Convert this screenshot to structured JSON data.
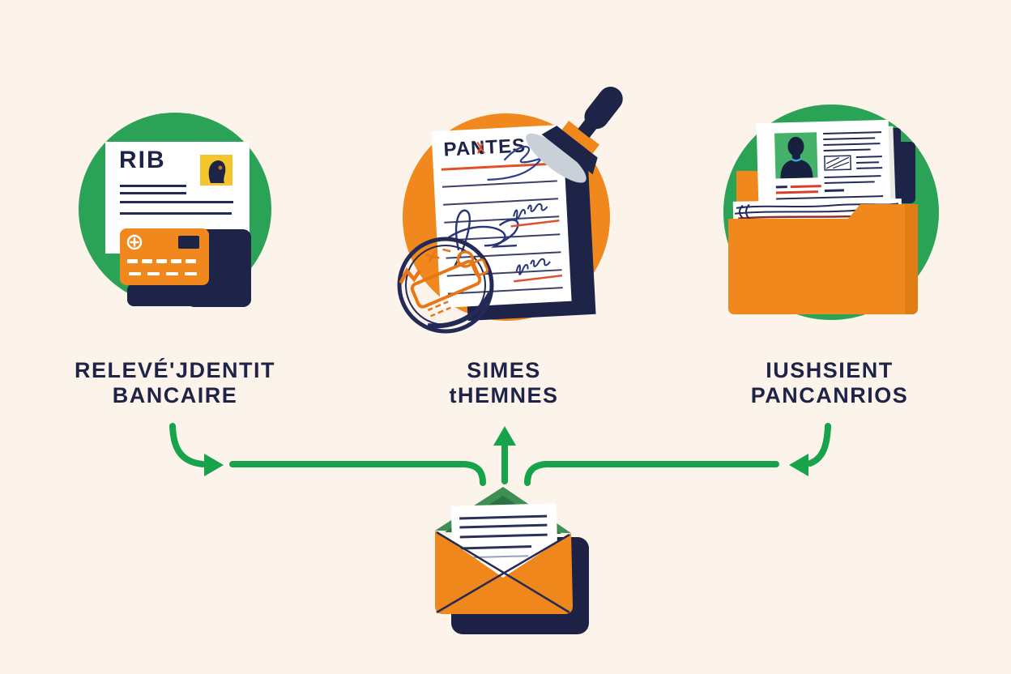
{
  "title": "documents-to-envelope-illustration",
  "items": [
    {
      "id": "rib",
      "icon": "bank-statement-card-icon",
      "document_title": "RIB",
      "label_line1": "RELEVÉ'JDENTIT",
      "label_line2": "BANCAIRE",
      "circle_color": "#2aa356"
    },
    {
      "id": "signed-document",
      "icon": "stamped-document-icon",
      "document_title": "PANTES",
      "label_line1": "SIMES",
      "label_line2": "tHEMNES",
      "circle_color": "#f0881e"
    },
    {
      "id": "documents-folder",
      "icon": "folder-with-documents-icon",
      "label_line1": "IUSHSIENT",
      "label_line2": "PANCANRIOS",
      "circle_color": "#2aa356"
    }
  ],
  "envelope": {
    "icon": "open-envelope-letter-icon"
  },
  "colors": {
    "background": "#fcf3ea",
    "green": "#2aa356",
    "orange": "#f0881e",
    "navy": "#1e2348",
    "arrow_green": "#17a34a",
    "accent_red": "#e0512a",
    "photo_yellow": "#f5c52e",
    "flap_green": "#2c7242",
    "ink_blue": "#2c3f8f"
  }
}
